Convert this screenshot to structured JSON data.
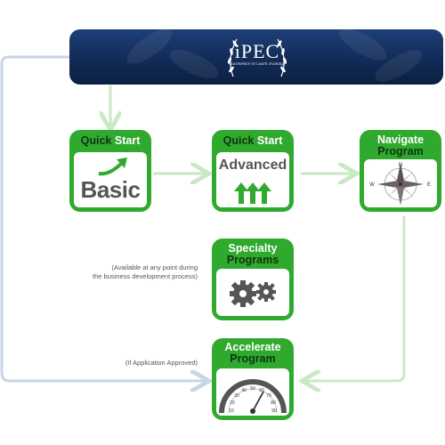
{
  "logo": {
    "brand": "iPEC",
    "tagline": "Excellence in Coach Training"
  },
  "nodes": {
    "quick_start_basic": {
      "label_1": "Quick",
      "label_2": "Start",
      "graphic_text": "Basic"
    },
    "quick_start_advanced": {
      "label_1": "Quick",
      "label_2": "Start",
      "graphic_text": "Advanced"
    },
    "navigate_program": {
      "label_1": "Navigate",
      "label_2": "Program",
      "compass": [
        "N",
        "W",
        "E"
      ]
    },
    "specialty_programs": {
      "label_1": "Specialty",
      "label_2": "Programs"
    },
    "accelerate_program": {
      "label_1": "Accelerate",
      "label_2": "Program",
      "gauge_ticks": [
        "10",
        "20",
        "30",
        "40",
        "50",
        "60",
        "70",
        "80",
        "90"
      ]
    }
  },
  "notes": {
    "specialty_line_1": "(Available at any point during",
    "specialty_line_2": "the business development process)",
    "accelerate": "(If Application Approved)"
  },
  "colors": {
    "banner_navy": "#14305f",
    "card_green": "#2faa2f",
    "arrow_green": "#c9e9c4",
    "arrow_grey": "#c9d5e6"
  }
}
